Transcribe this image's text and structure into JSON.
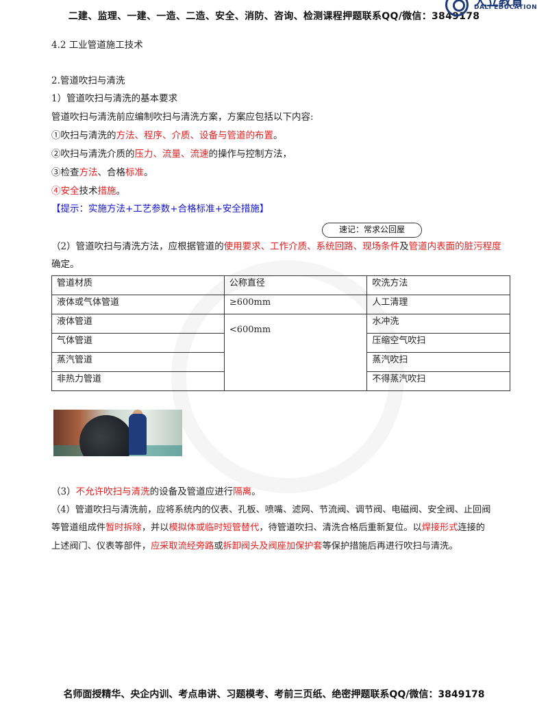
{
  "header": {
    "text": "二建、监理、一建、一造、二造、安全、消防、咨询、检测课程押题联系QQ/微信：3849178",
    "logo_cn": "大立教育",
    "logo_en": "DALI EDUCATION"
  },
  "section": {
    "title": "4.2  工业管道施工技术",
    "subtitle": "2.管道吹扫与清洗",
    "req_heading": "1）管道吹扫与清洗的基本要求",
    "intro": "管道吹扫与清洗前应编制吹扫与清洗方案，方案应包括以下内容:"
  },
  "items": {
    "i1_prefix": "①吹扫与清洗的",
    "i1_red": "方法、程序、介质、设备与管道的布置",
    "i1_end": "。",
    "i2_prefix": "②吹扫与清洗介质的",
    "i2_red": "压力、流量、流速",
    "i2_end": "的操作与控制方法，",
    "i3_prefix": "③检查",
    "i3_red1": "方法",
    "i3_mid": "、合格",
    "i3_red2": "标准",
    "i3_end": "。",
    "i4_red1": "④安全",
    "i4_mid": "技术",
    "i4_red2": "措施",
    "i4_end": "。",
    "tip": "【提示：实施方法+工艺参数+合格标准+安全措施】"
  },
  "memo_badge": "速记：常求公回屋",
  "para2": {
    "prefix": "（2）管道吹扫与清洗方法，应根据管道的",
    "red1": "使用要求、工作介质、系统回路、现场条件",
    "mid": "及",
    "red2": "管道内表面的脏污程度",
    "line2": "确定。"
  },
  "table": {
    "headers": [
      "管道材质",
      "公称直径",
      "吹洗方法"
    ],
    "rows": [
      {
        "material": "液体或气体管道",
        "diameter": "≥600mm",
        "method": "人工清理"
      },
      {
        "material": "液体管道",
        "diameter": "<600mm",
        "method": "水冲洗"
      },
      {
        "material": "气体管道",
        "diameter": "",
        "method": "压缩空气吹扫"
      },
      {
        "material": "蒸汽管道",
        "diameter": "",
        "method": "蒸汽吹扫"
      },
      {
        "material": "非热力管道",
        "diameter": "",
        "method": "不得蒸汽吹扫"
      }
    ]
  },
  "para3": {
    "prefix": "（3）",
    "red1": "不允许吹扫与清洗",
    "mid": "的设备及管道应进行",
    "red2": "隔离",
    "end": "。"
  },
  "para4": {
    "l1": "（4）管道吹扫与清洗前，应将系统内的仪表、孔板、喷嘴、滤网、节流阀、调节阀、电磁阀、安全阀、止回阀",
    "l2a": "等管道组成件",
    "l2r1": "暂时拆除",
    "l2b": "，并以",
    "l2r2": "模拟体或临时短管替代",
    "l2c": "，待管道吹扫、清洗合格后重新复位。以",
    "l2r3": "焊接形式",
    "l2d": "连接的",
    "l3a": "上述阀门、仪表等部件，",
    "l3r1": "应采取流经旁路",
    "l3b": "或",
    "l3r2": "拆卸阀头及阀座加保护套",
    "l3c": "等保护措施后再进行吹扫与清洗。"
  },
  "footer": {
    "text": "名师面授精华、央企内训、考点串讲、习题模考、考前三页纸、绝密押题联系QQ/微信：3849178"
  }
}
